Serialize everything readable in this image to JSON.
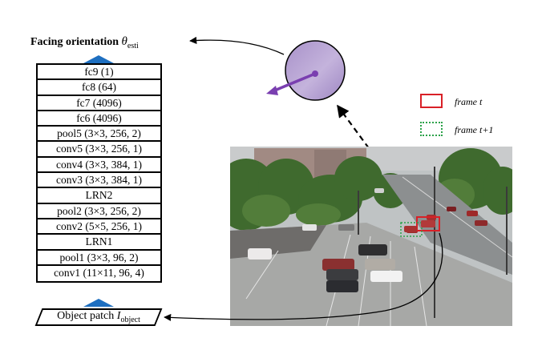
{
  "title": {
    "text": "Facing orientation ",
    "symbol": "θ",
    "subscript": "esti"
  },
  "network": {
    "layers": [
      "fc9 (1)",
      "fc8 (64)",
      "fc7 (4096)",
      "fc6 (4096)",
      "pool5 (3×3, 256, 2)",
      "conv5 (3×3, 256, 1)",
      "conv4 (3×3, 384, 1)",
      "conv3 (3×3, 384, 1)",
      "LRN2",
      "pool2 (3×3, 256, 2)",
      "conv2 (5×5, 256, 1)",
      "LRN1",
      "pool1 (3×3, 96, 2)",
      "conv1 (11×11, 96, 4)"
    ]
  },
  "input": {
    "text": "Object patch ",
    "symbol": "I",
    "subscript": "object"
  },
  "legend": {
    "current_label": "frame t",
    "next_label": "frame t+1"
  },
  "colors": {
    "arrow_blue": "#1e6fc0",
    "circle_purple": "#b7a3d3",
    "orientation_arrow": "#7a3fb0",
    "frame_t": "#d92027",
    "frame_t_plus_1": "#2ca24a"
  }
}
